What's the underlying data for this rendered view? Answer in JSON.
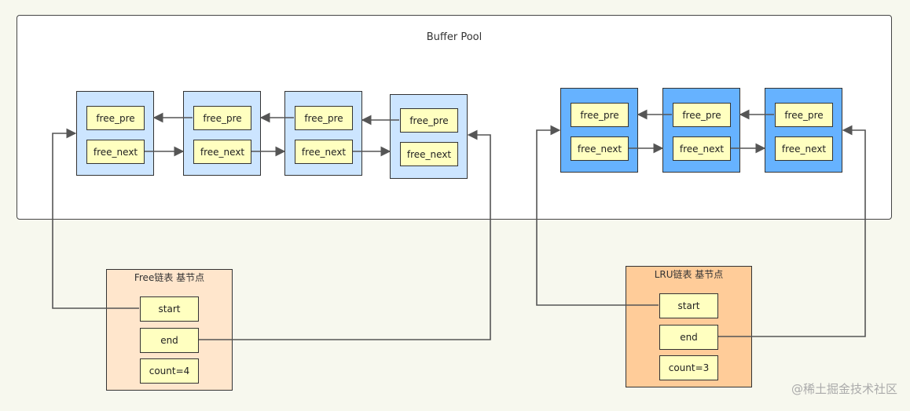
{
  "buffer_pool": {
    "title": "Buffer Pool"
  },
  "free_list_pages": [
    {
      "pre": "free_pre",
      "next": "free_next"
    },
    {
      "pre": "free_pre",
      "next": "free_next"
    },
    {
      "pre": "free_pre",
      "next": "free_next"
    },
    {
      "pre": "free_pre",
      "next": "free_next"
    }
  ],
  "lru_list_pages": [
    {
      "pre": "free_pre",
      "next": "free_next"
    },
    {
      "pre": "free_pre",
      "next": "free_next"
    },
    {
      "pre": "free_pre",
      "next": "free_next"
    }
  ],
  "free_base_node": {
    "title": "Free链表 基节点",
    "start": "start",
    "end": "end",
    "count": "count=4"
  },
  "lru_base_node": {
    "title": "LRU链表 基节点",
    "start": "start",
    "end": "end",
    "count": "count=3"
  },
  "watermark": "@稀土掘金技术社区",
  "colors": {
    "background": "#f7f8ee",
    "free_page_fill": "#cce5ff",
    "lru_page_fill": "#66b2ff",
    "pointer_cell_fill": "#ffffc0",
    "free_base_fill": "#ffe6cc",
    "lru_base_fill": "#ffcc99",
    "connector": "#555555"
  }
}
